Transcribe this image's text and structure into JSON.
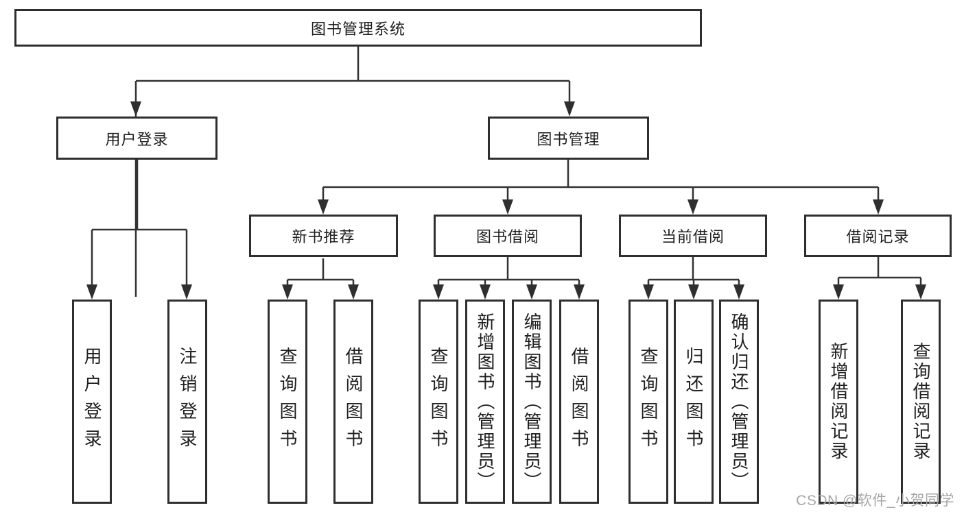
{
  "tree": {
    "root": {
      "label": "图书管理系统"
    },
    "branches": [
      {
        "label": "用户登录",
        "children": [
          {
            "label": "用户登录"
          },
          {
            "label": "注销登录"
          }
        ]
      },
      {
        "label": "图书管理",
        "children": [
          {
            "label": "新书推荐",
            "children": [
              {
                "label": "查询图书"
              },
              {
                "label": "借阅图书"
              }
            ]
          },
          {
            "label": "图书借阅",
            "children": [
              {
                "label": "查询图书"
              },
              {
                "label": "新增图书（管理员）"
              },
              {
                "label": "编辑图书（管理员）"
              },
              {
                "label": "借阅图书"
              }
            ]
          },
          {
            "label": "当前借阅",
            "children": [
              {
                "label": "查询图书"
              },
              {
                "label": "归还图书"
              },
              {
                "label": "确认归还（管理员）"
              }
            ]
          },
          {
            "label": "借阅记录",
            "children": [
              {
                "label": "新增借阅记录"
              },
              {
                "label": "查询借阅记录"
              }
            ]
          }
        ]
      }
    ]
  },
  "watermark": {
    "text": "CSDN @软件_小贺同学"
  },
  "colors": {
    "line": "#333333",
    "box_border": "#2e2e2e",
    "text": "#1f1f1f",
    "watermark": "#a6a6a6",
    "background": "#ffffff"
  }
}
